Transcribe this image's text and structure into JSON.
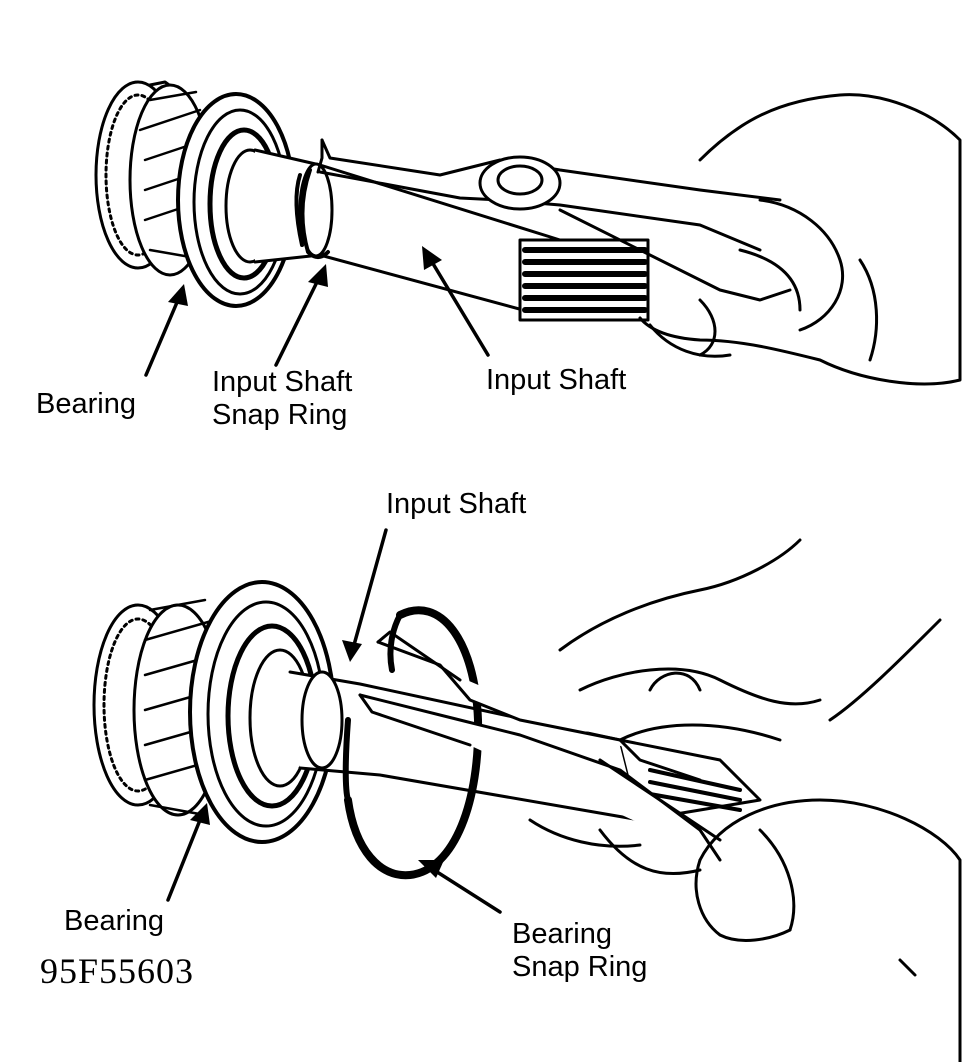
{
  "labels": {
    "top": {
      "bearing": "Bearing",
      "snap_ring_line1": "Input Shaft",
      "snap_ring_line2": "Snap Ring",
      "input_shaft": "Input Shaft"
    },
    "bottom": {
      "input_shaft": "Input Shaft",
      "bearing": "Bearing",
      "snap_ring_line1": "Bearing",
      "snap_ring_line2": "Snap Ring"
    }
  },
  "figure_code": "95F55603",
  "colors": {
    "ink": "#000000",
    "paper": "#ffffff"
  }
}
